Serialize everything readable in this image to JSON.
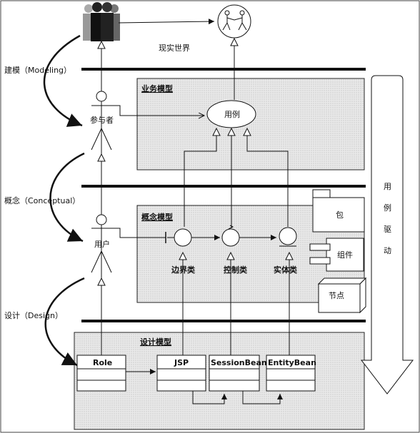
{
  "labels": {
    "real_world": "现实世界",
    "business_model": "业务模型",
    "conceptual_model": "概念模型",
    "design_model": "设计模型",
    "modeling": "建模（Modeling）",
    "conceptual": "概念（Conceptual）",
    "design": "设计（Design）",
    "participant": "参与者",
    "user": "用户",
    "use_case": "用例",
    "boundary_class": "边界类",
    "control_class": "控制类",
    "entity_class": "实体类",
    "package": "包",
    "component": "组件",
    "node": "节点",
    "use_case_driven": [
      "用",
      "例",
      "驱",
      "动"
    ]
  },
  "design_classes": [
    "Role",
    "JSP",
    "SessionBean",
    "EntityBean"
  ]
}
